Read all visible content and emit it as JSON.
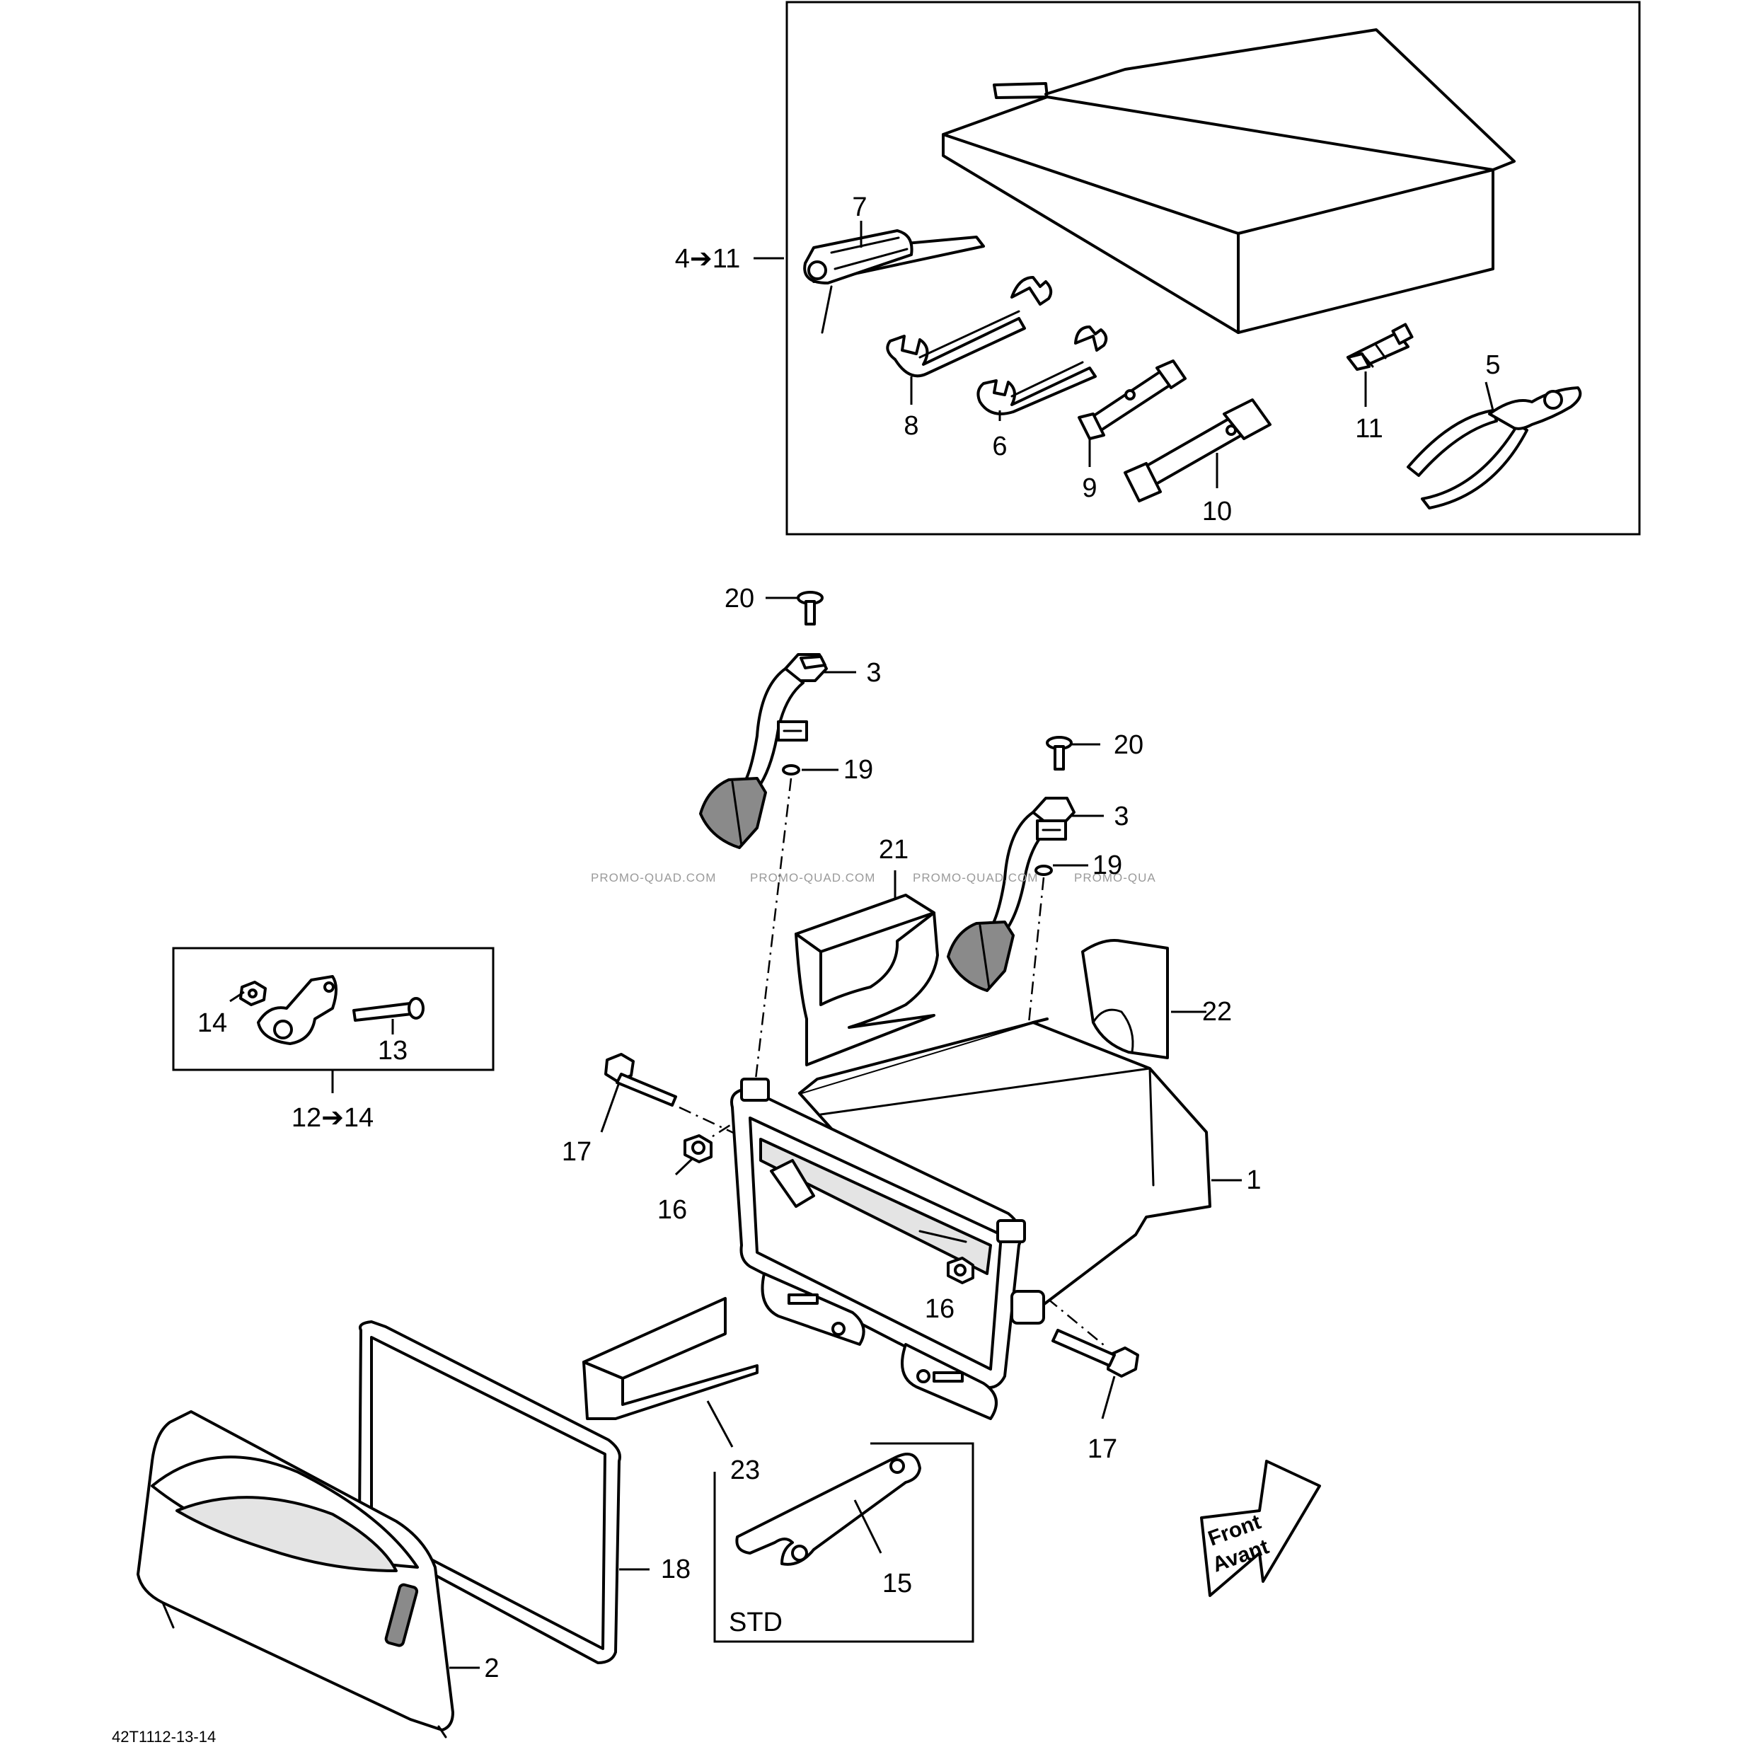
{
  "diagram_code": "42T1112-13-14",
  "watermark": [
    "PROMO-QUAD.COM",
    "PROMO-QUAD.COM",
    "PROMO-QUAD.COM",
    "PROMO-QUA"
  ],
  "callouts": {
    "c1": "1",
    "c2": "2",
    "c3a": "3",
    "c3b": "3",
    "c4_11": "4➔11",
    "c5": "5",
    "c6": "6",
    "c7": "7",
    "c8": "8",
    "c9": "9",
    "c10": "10",
    "c11": "11",
    "c12_14": "12➔14",
    "c13": "13",
    "c14": "14",
    "c15": "15",
    "c16a": "16",
    "c16b": "16",
    "c17a": "17",
    "c17b": "17",
    "c18": "18",
    "c19a": "19",
    "c19b": "19",
    "c20a": "20",
    "c20b": "20",
    "c21": "21",
    "c22": "22",
    "c23": "23"
  },
  "std_label": "STD",
  "direction_arrow": {
    "line1": "Front",
    "line2": "Avant"
  }
}
